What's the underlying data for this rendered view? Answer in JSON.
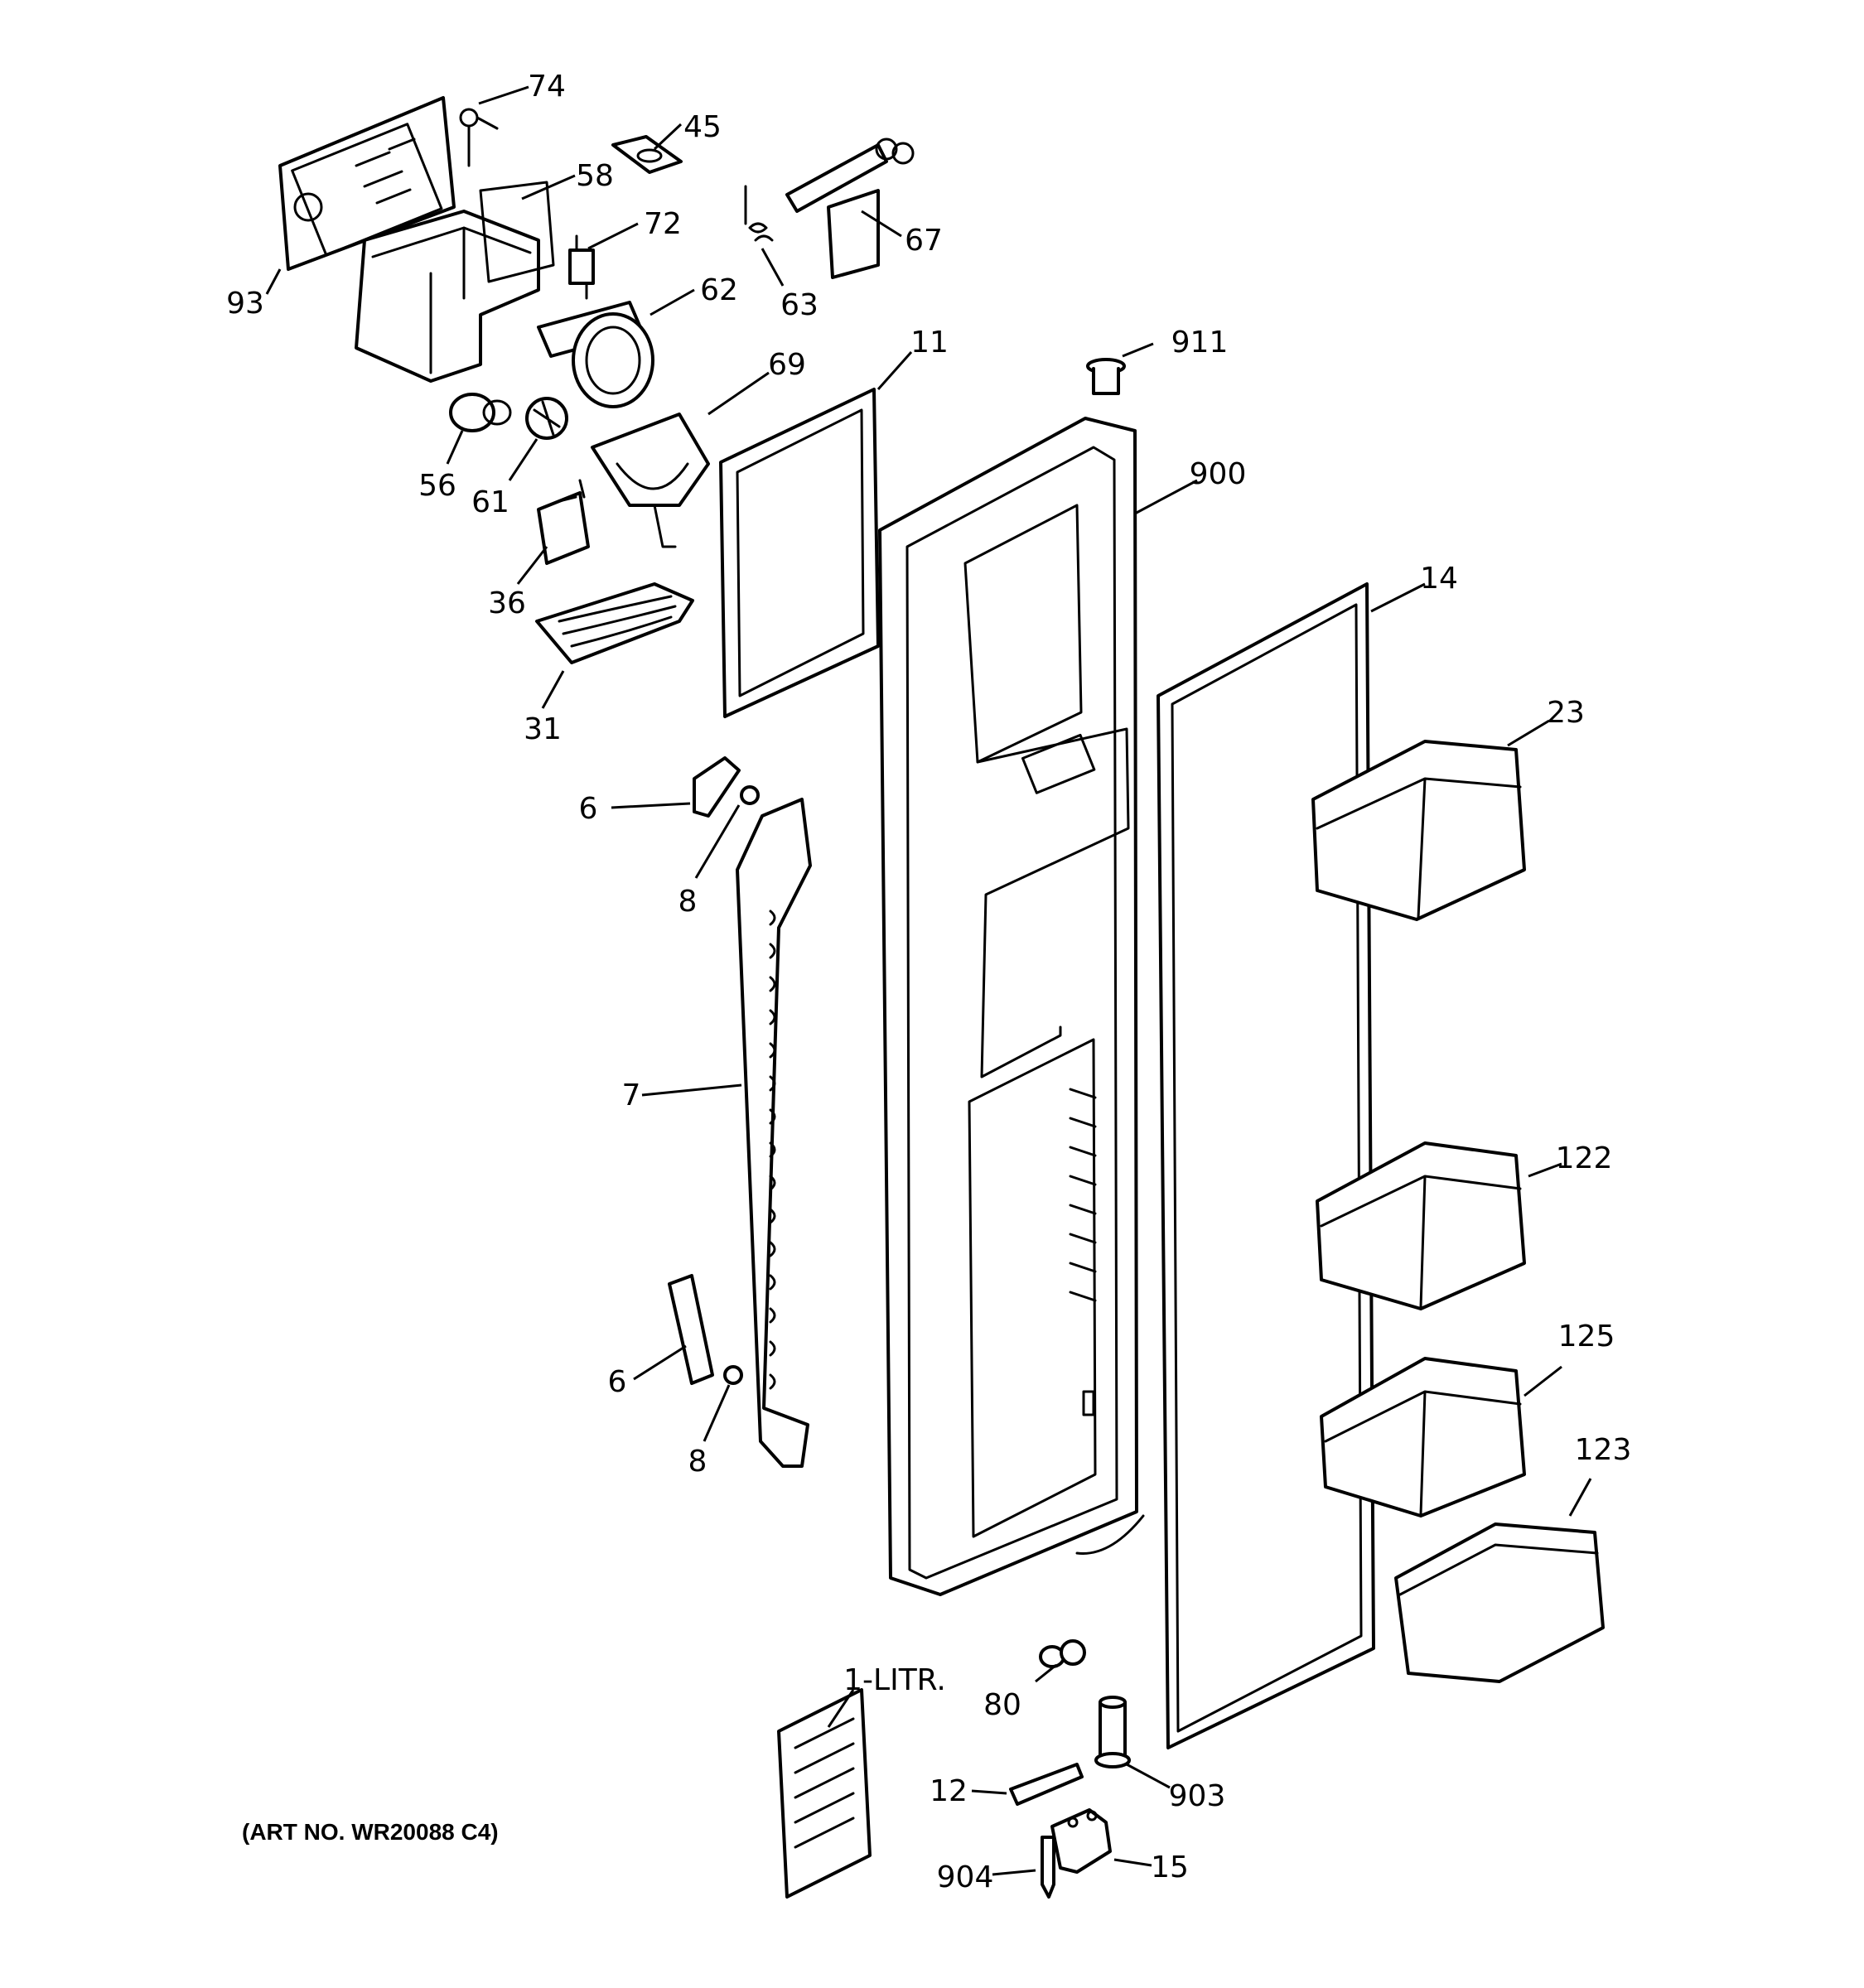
{
  "callouts": [
    {
      "id": "c74",
      "text": "74"
    },
    {
      "id": "c45",
      "text": "45"
    },
    {
      "id": "c58",
      "text": "58"
    },
    {
      "id": "c72",
      "text": "72"
    },
    {
      "id": "c67",
      "text": "67"
    },
    {
      "id": "c93",
      "text": "93"
    },
    {
      "id": "c63",
      "text": "63"
    },
    {
      "id": "c62",
      "text": "62"
    },
    {
      "id": "c911",
      "text": "911"
    },
    {
      "id": "c11",
      "text": "11"
    },
    {
      "id": "c69",
      "text": "69"
    },
    {
      "id": "c56",
      "text": "56"
    },
    {
      "id": "c61",
      "text": "61"
    },
    {
      "id": "c900",
      "text": "900"
    },
    {
      "id": "c36",
      "text": "36"
    },
    {
      "id": "c14",
      "text": "14"
    },
    {
      "id": "c31",
      "text": "31"
    },
    {
      "id": "c23",
      "text": "23"
    },
    {
      "id": "c6a",
      "text": "6"
    },
    {
      "id": "c8a",
      "text": "8"
    },
    {
      "id": "c7",
      "text": "7"
    },
    {
      "id": "c122",
      "text": "122"
    },
    {
      "id": "c125",
      "text": "125"
    },
    {
      "id": "c6b",
      "text": "6"
    },
    {
      "id": "c123",
      "text": "123"
    },
    {
      "id": "c8b",
      "text": "8"
    },
    {
      "id": "c1litr",
      "text": "1-LITR."
    },
    {
      "id": "c80",
      "text": "80"
    },
    {
      "id": "c12",
      "text": "12"
    },
    {
      "id": "c903",
      "text": "903"
    },
    {
      "id": "c15",
      "text": "15"
    },
    {
      "id": "c904",
      "text": "904"
    }
  ],
  "art_number": "(ART NO. WR20088 C4)"
}
